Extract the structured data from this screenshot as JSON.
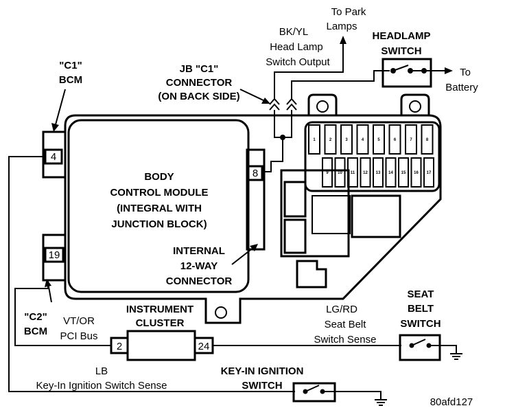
{
  "labels": {
    "park_lamps": [
      "To Park",
      "Lamps"
    ],
    "bkyl": [
      "BK/YL",
      "Head Lamp",
      "Switch Output"
    ],
    "headlamp_switch": [
      "HEADLAMP",
      "SWITCH"
    ],
    "to_battery": [
      "To",
      "Battery"
    ],
    "jb_connector": [
      "JB \"C1\"",
      "CONNECTOR",
      "(ON BACK SIDE)"
    ],
    "c1_bcm": [
      "\"C1\"",
      "BCM"
    ],
    "bcm": [
      "BODY",
      "CONTROL MODULE",
      "(INTEGRAL WITH",
      "JUNCTION BLOCK)"
    ],
    "internal_connector": [
      "INTERNAL",
      "12-WAY",
      "CONNECTOR"
    ],
    "c2_bcm": [
      "\"C2\"",
      "BCM"
    ],
    "vtor": [
      "VT/OR",
      "PCI Bus"
    ],
    "instrument_cluster": [
      "INSTRUMENT",
      "CLUSTER"
    ],
    "lgrd": [
      "LG/RD",
      "Seat Belt",
      "Switch Sense"
    ],
    "seat_belt_switch": [
      "SEAT",
      "BELT",
      "SWITCH"
    ],
    "lb": [
      "LB",
      "Key-In Ignition Switch Sense"
    ],
    "key_in_switch": [
      "KEY-IN IGNITION",
      "SWITCH"
    ],
    "figure_id": "80afd127"
  },
  "pins": {
    "c1": "4",
    "c2": "19",
    "internal": "8",
    "cluster_left": "2",
    "cluster_right": "24"
  },
  "fuses_top": [
    "1",
    "2",
    "3",
    "4",
    "5",
    "6",
    "7",
    "8"
  ],
  "fuses_bottom": [
    "9",
    "10",
    "11",
    "12",
    "13",
    "14",
    "15",
    "16",
    "17"
  ]
}
